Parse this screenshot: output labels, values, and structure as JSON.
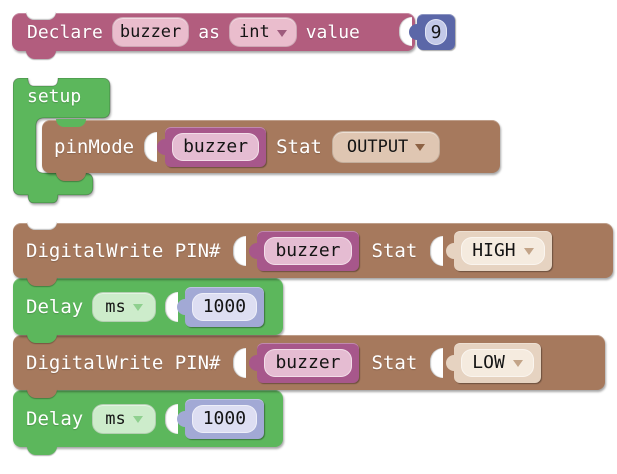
{
  "colors": {
    "mauve": "#b25d7e",
    "pink": "#eabdcd",
    "blue": "#5b67a8",
    "blue-light": "#c3c9e8",
    "green": "#5cb75c",
    "ltgreen": "#cdeccb",
    "brown": "#a6795d",
    "tan": "#dfc6b2",
    "cream": "#e6d3c1",
    "cream-light": "#f5ebdf",
    "purple": "#a7578b",
    "purple-light": "#e5bcd2",
    "peri": "#a2a9d5",
    "peri-light": "#dddef2"
  },
  "declare": {
    "label": "Declare",
    "var_name": "buzzer",
    "as_label": "as",
    "type_value": "int",
    "value_label": "value",
    "number": "9"
  },
  "setup": {
    "label": "setup",
    "pinmode": {
      "label": "pinMode",
      "var_name": "buzzer",
      "stat_label": "Stat",
      "mode": "OUTPUT"
    }
  },
  "stack": [
    {
      "label": "DigitalWrite PIN#",
      "var_name": "buzzer",
      "stat_label": "Stat",
      "state": "HIGH"
    },
    {
      "label": "Delay",
      "unit": "ms",
      "duration": "1000"
    },
    {
      "label": "DigitalWrite PIN#",
      "var_name": "buzzer",
      "stat_label": "Stat",
      "state": "LOW"
    },
    {
      "label": "Delay",
      "unit": "ms",
      "duration": "1000"
    }
  ]
}
